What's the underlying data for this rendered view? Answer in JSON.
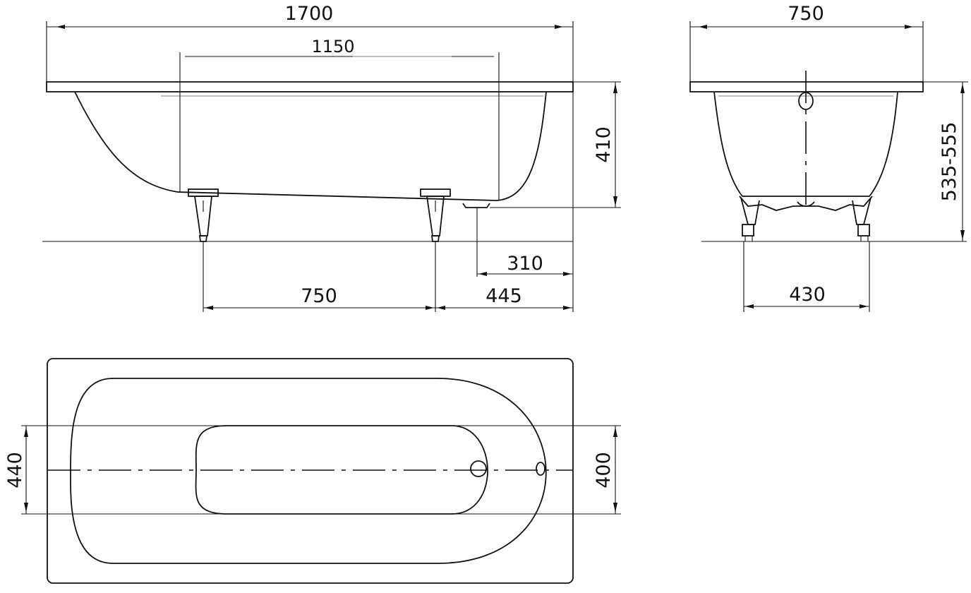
{
  "dimensions": {
    "side_length": "1700",
    "side_foot_spacing": "1150",
    "side_height": "410",
    "side_drain_offset": "310",
    "side_leg_spacing": "750",
    "side_leg_end_offset": "445",
    "end_width": "750",
    "end_height": "535-555",
    "end_leg_spacing": "430",
    "top_inner_width_left": "440",
    "top_inner_width_right": "400"
  },
  "colors": {
    "line": "#111111",
    "background": "#ffffff",
    "construction": "#9a9a9a"
  }
}
